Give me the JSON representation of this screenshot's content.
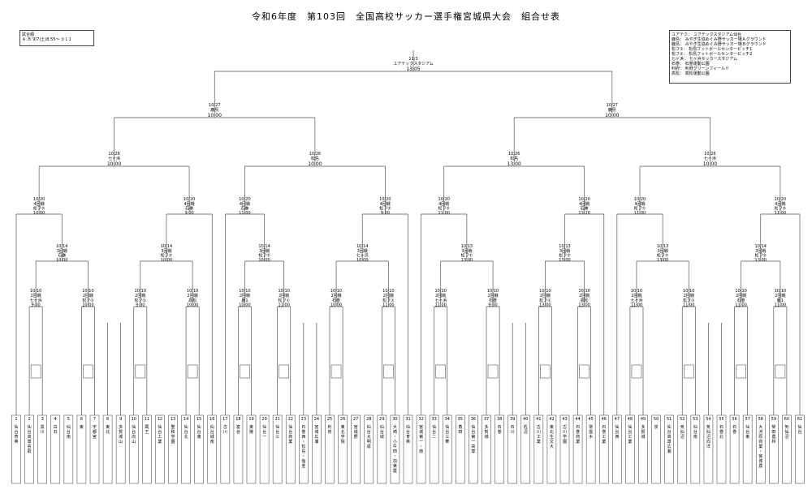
{
  "title": "令和6年度　第103回　全国高校サッカー選手権宮城県大会　組合せ表",
  "legend": [
    "試合順",
    "Ａ:Ｂ 9/7(土)8:55～ ①Ｌ1"
  ],
  "venues": [
    "ユアテク： ユアテックスタジアム仙台",
    "鹿島： みやぎ生協めぐみ野サッカー場Ａグラウンド",
    "鹿島： みやぎ生協めぐみ野サッカー場Ｂグラウンド",
    "松フ①： 松島フットボールセンターピッチ1",
    "松フ②： 松島フットボールセンターピッチ2",
    "七ヶ浜： 七ヶ浜サッカースタジアム",
    "石巻： 石巻運動公園",
    "利府： 利府グリーンフィールド",
    "高松： 高松運動公園"
  ],
  "final": {
    "date": "11/3",
    "venue": "ユアテックスタジアム",
    "time": "13:05"
  },
  "semis": [
    {
      "date": "10/27",
      "venue": "鹿島",
      "time": "10:00"
    },
    {
      "date": "10/27",
      "venue": "鹿島",
      "time": "10:00"
    }
  ],
  "quarters": [
    {
      "date": "10/26",
      "venue": "七ヶ浜",
      "time": "10:00"
    },
    {
      "date": "10/26",
      "venue": "松島",
      "time": "10:00"
    },
    {
      "date": "10/26",
      "venue": "松島",
      "time": "13:00"
    },
    {
      "date": "10/26",
      "venue": "七ヶ浜",
      "time": "10:00"
    }
  ],
  "r4": [
    {
      "date": "10/20",
      "round": "4回戦",
      "venue": "松フ②",
      "time": "10:00"
    },
    {
      "date": "10/20",
      "round": "4回戦",
      "venue": "石巻",
      "time": "9:00"
    },
    {
      "date": "10/20",
      "round": "4回戦",
      "venue": "石巻",
      "time": "11:00"
    },
    {
      "date": "10/20",
      "round": "4回戦",
      "venue": "松フ②",
      "time": "9:20"
    },
    {
      "date": "10/20",
      "round": "4回戦",
      "venue": "松フ②",
      "time": "11:00"
    },
    {
      "date": "10/20",
      "round": "4回戦",
      "venue": "石巻",
      "time": "13:20"
    },
    {
      "date": "10/20",
      "round": "4回戦",
      "venue": "松フ①",
      "time": "11:00"
    },
    {
      "date": "10/20",
      "round": "4回戦",
      "venue": "松フ②",
      "time": "11:00"
    }
  ],
  "r3": [
    {
      "date": "10/14",
      "round": "3回戦",
      "venue": "石巻",
      "time": "10:00"
    },
    {
      "date": "10/14",
      "round": "3回戦",
      "venue": "松フ②",
      "time": "10:00"
    },
    {
      "date": "10/14",
      "round": "3回戦",
      "venue": "松フ②",
      "time": "10:00"
    },
    {
      "date": "10/14",
      "round": "3回戦",
      "venue": "七ヶ浜",
      "time": "10:00"
    },
    {
      "date": "10/13",
      "round": "3回戦",
      "venue": "松フ①",
      "time": "13:00"
    },
    {
      "date": "10/13",
      "round": "3回戦",
      "venue": "松フ②",
      "time": "13:00"
    },
    {
      "date": "10/13",
      "round": "3回戦",
      "venue": "松フ①",
      "time": "13:00"
    },
    {
      "date": "10/14",
      "round": "3回戦",
      "venue": "松フ②",
      "time": "13:00"
    }
  ],
  "r2": [
    {
      "date": "10/10",
      "round": "2回戦",
      "venue": "七ヶ浜",
      "time": "9:00"
    },
    {
      "date": "10/10",
      "round": "2回戦",
      "venue": "松フ①",
      "time": "10:00"
    },
    {
      "date": "10/10",
      "round": "2回戦",
      "venue": "松フ①",
      "time": "9:00"
    },
    {
      "date": "10/10",
      "round": "2回戦",
      "venue": "高松",
      "time": "10:00"
    },
    {
      "date": "10/10",
      "round": "2回戦",
      "venue": "鹿1",
      "time": "10:00"
    },
    {
      "date": "10/10",
      "round": "2回戦",
      "venue": "松フ①",
      "time": "11:00"
    },
    {
      "date": "10/10",
      "round": "2回戦",
      "venue": "石巻",
      "time": "10:00"
    },
    {
      "date": "10/10",
      "round": "2回戦",
      "venue": "松フ①",
      "time": "11:00"
    },
    {
      "date": "10/10",
      "round": "2回戦",
      "venue": "七ヶ浜",
      "time": "11:00"
    },
    {
      "date": "10/10",
      "round": "2回戦",
      "venue": "石巻",
      "time": "9:00"
    },
    {
      "date": "10/10",
      "round": "2回戦",
      "venue": "松フ①",
      "time": "13:00"
    },
    {
      "date": "10/10",
      "round": "2回戦",
      "venue": "高松",
      "time": "13:00"
    },
    {
      "date": "10/10",
      "round": "2回戦",
      "venue": "七ヶ浜",
      "time": "11:00"
    },
    {
      "date": "10/10",
      "round": "2回戦",
      "venue": "松フ①",
      "time": "11:00"
    },
    {
      "date": "10/10",
      "round": "2回戦",
      "venue": "石巻",
      "time": "11:00"
    },
    {
      "date": "10/10",
      "round": "2回戦",
      "venue": "鹿1",
      "time": "11:00"
    }
  ],
  "teams": [
    "仙台育英",
    "仙台高専名取",
    "黒川",
    "白石",
    "仙台南",
    "東",
    "宇都宮",
    "東北",
    "多賀城山",
    "仙台向山",
    "蔵王",
    "仙台工業",
    "聖和学園",
    "仙台北",
    "仙台東",
    "仙台城南",
    "古川",
    "富谷",
    "東陵",
    "仙台一",
    "仙台三",
    "仙台商業",
    "石巻西・松島・塩釜",
    "宮城広瀬",
    "利府",
    "東北学院",
    "宮城野",
    "仙台大明成",
    "仙台城",
    "大崎・小牛田・加美農",
    "仙台育英",
    "宮城第一・南",
    "仙台二",
    "仙台三華",
    "角田",
    "仙台第一高専",
    "多賀城",
    "石巻",
    "石川",
    "佐沼",
    "古川工業",
    "東北生文大",
    "古川学園",
    "石巻商業",
    "常盤木",
    "石巻工業",
    "仙台西",
    "仙台工業",
    "多賀城",
    "泉",
    "仙台高専広瀬",
    "気仙沼",
    "仙台南",
    "気仙沼向洋",
    "石巻北",
    "石巻",
    "仙台東",
    "大河原商業・宮城農",
    "柴田農林",
    "気仙沼",
    "仙台"
  ]
}
